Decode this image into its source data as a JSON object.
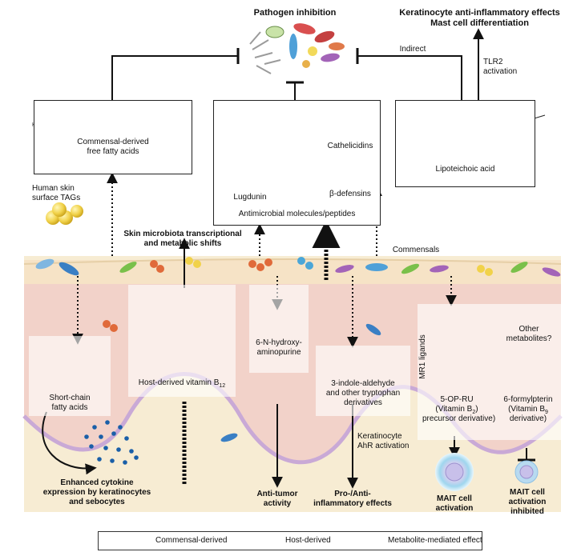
{
  "top": {
    "pathogen_inhibition": "Pathogen inhibition",
    "keratinocyte_effects_line1": "Keratinocyte anti-inflammatory effects",
    "keratinocyte_effects_line2": "Mast cell differentiation",
    "indirect": "Indirect",
    "tlr2_line1": "TLR2",
    "tlr2_line2": "activation"
  },
  "boxes": {
    "free_fatty_acids_line1": "Commensal-derived",
    "free_fatty_acids_line2": "free fatty acids",
    "lugdunin": "Lugdunin",
    "cathelicidins": "Cathelicidins",
    "defensins": "β-defensins",
    "antimicrobial": "Antimicrobial molecules/peptides",
    "lipoteichoic": "Lipoteichoic acid"
  },
  "middle": {
    "human_skin_tags_line1": "Human skin",
    "human_skin_tags_line2": "surface TAGs",
    "skin_microbiota_line1": "Skin microbiota transcriptional",
    "skin_microbiota_line2": "and metabolic shifts",
    "commensals": "Commensals"
  },
  "panels": {
    "scfa_line1": "Short-chain",
    "scfa_line2": "fatty acids",
    "b12": "Host-derived vitamin B",
    "b12_sub": "12",
    "hydroxy_line1": "6-N-hydroxy-",
    "hydroxy_line2": "aminopurine",
    "indole_line1": "3-indole-aldehyde",
    "indole_line2": "and other tryptophan",
    "indole_line3": "derivatives",
    "mr1": "MR1 ligands",
    "oprù_line1": "5-OP-RU",
    "oprù_line2": "(Vitamin B",
    "oprù_line2_sub": "2",
    "oprù_line3": "precursor derivative)",
    "other_line1": "Other",
    "other_line2": "metabolites?",
    "fp_line1": "6-formylpterin",
    "fp_line2": "(Vitamin B",
    "fp_line2_sub": "9",
    "fp_line3": "derivative)"
  },
  "bottom": {
    "cytokine_line1": "Enhanced cytokine",
    "cytokine_line2": "expression by keratinocytes",
    "cytokine_line3": "and sebocytes",
    "antitumor_line1": "Anti-tumor",
    "antitumor_line2": "activity",
    "keratinocyte_ahr_line1": "Keratinocyte",
    "keratinocyte_ahr_line2": "AhR activation",
    "proanti_line1": "Pro-/Anti-",
    "proanti_line2": "inflammatory effects",
    "mait_act_line1": "MAIT cell",
    "mait_act_line2": "activation",
    "mait_inh_line1": "MAIT cell",
    "mait_inh_line2": "activation",
    "mait_inh_line3": "inhibited"
  },
  "legend": {
    "commensal": "Commensal-derived",
    "host": "Host-derived",
    "metabolite": "Metabolite-mediated effect"
  },
  "colors": {
    "skin_top": "#f6e3c6",
    "skin_band": "#f2d2c9",
    "dermis": "#f7ecd3",
    "basement": "#c9a9d6",
    "dot_blue": "#1a5fa8"
  }
}
